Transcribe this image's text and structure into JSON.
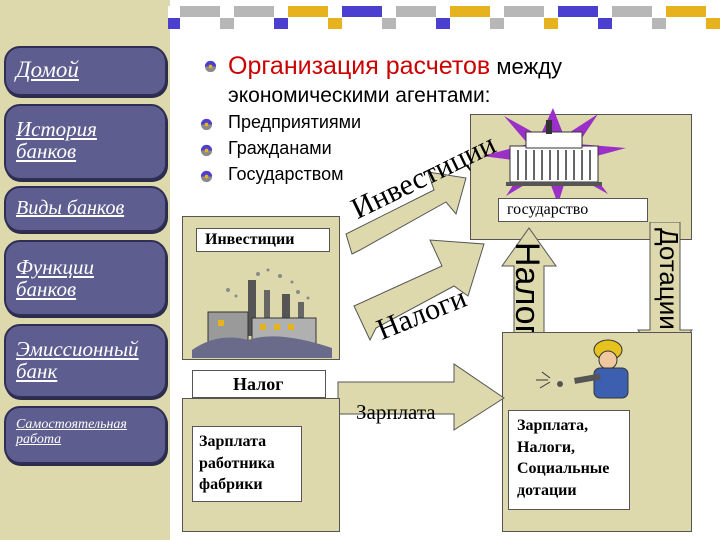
{
  "sidebar": {
    "items": [
      {
        "label": "Домой"
      },
      {
        "label": "История банков"
      },
      {
        "label": "Виды банков"
      },
      {
        "label": "Функции банков"
      },
      {
        "label": "Эмиссионный банк"
      },
      {
        "label": "Самостоятельная работа"
      }
    ]
  },
  "title": {
    "part1": "Организация расчетов",
    "part2": " между",
    "line2": "экономическими агентами:"
  },
  "bullets": [
    "Предприятиями",
    "Гражданами",
    "Государством"
  ],
  "diagram": {
    "investments_box": "Инвестиции",
    "investments_arrow": "Инвестиции",
    "taxes_arrow_diag": "Налоги",
    "state_label": "государство",
    "taxes_vertical": "Налоги",
    "subsidies_vertical": "Дотации",
    "tax_label": "Налог",
    "salary_arrow": "Зарплата",
    "factory_box": "Зарплата работника фабрики",
    "worker_box": "Зарплата, Налоги, Социальные дотации"
  },
  "colors": {
    "title_red": "#cc0000",
    "box_fill": "#ddd9ad",
    "nav_fill": "#5d5d8f",
    "square_blue": "#4b3fd0",
    "square_gold": "#e6b21e",
    "square_gray": "#b7b7b7"
  }
}
